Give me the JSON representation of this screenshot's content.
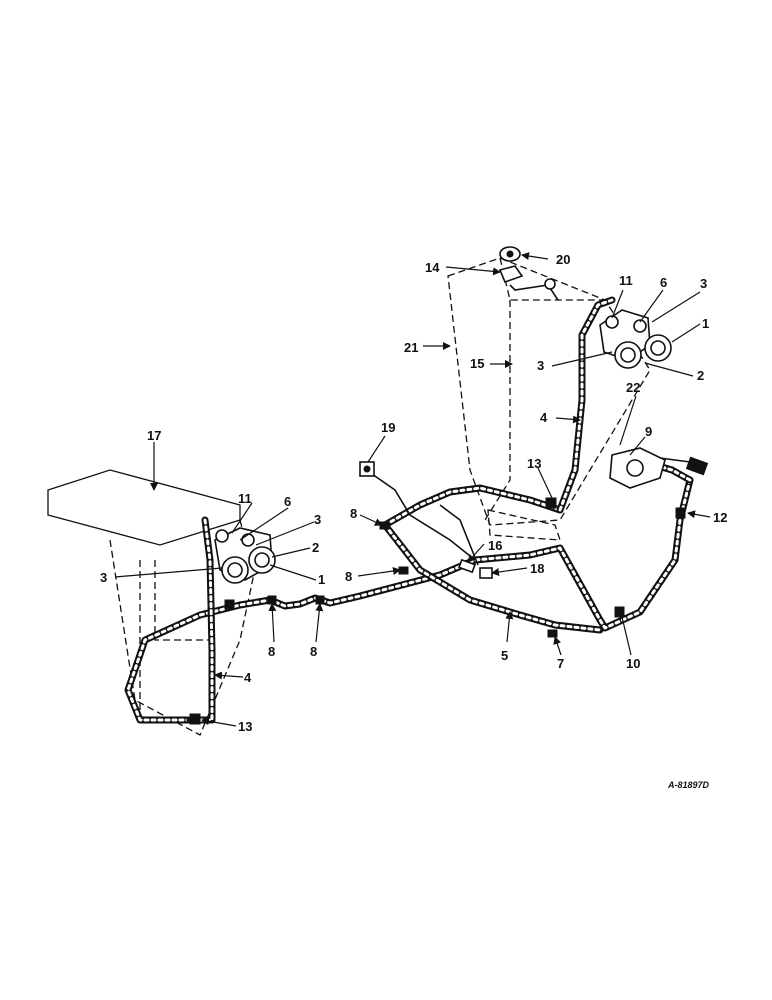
{
  "diagram": {
    "drawing_number": "A-81897D",
    "callouts": {
      "c20": "20",
      "c14": "14",
      "c11r": "11",
      "c6r": "6",
      "c3r1": "3",
      "c1r": "1",
      "c21": "21",
      "c15": "15",
      "c3r2": "3",
      "c2r": "2",
      "c4r": "4",
      "c22": "22",
      "c9": "9",
      "c19": "19",
      "c13r": "13",
      "c12": "12",
      "c17": "17",
      "c11l": "11",
      "c6l": "6",
      "c3l1": "3",
      "c2l": "2",
      "c3l2": "3",
      "c1l": "1",
      "c8a": "8",
      "c16": "16",
      "c8b": "8",
      "c18": "18",
      "c8c": "8",
      "c8d": "8",
      "c5": "5",
      "c7": "7",
      "c10": "10",
      "c4l": "4",
      "c13l": "13"
    }
  }
}
